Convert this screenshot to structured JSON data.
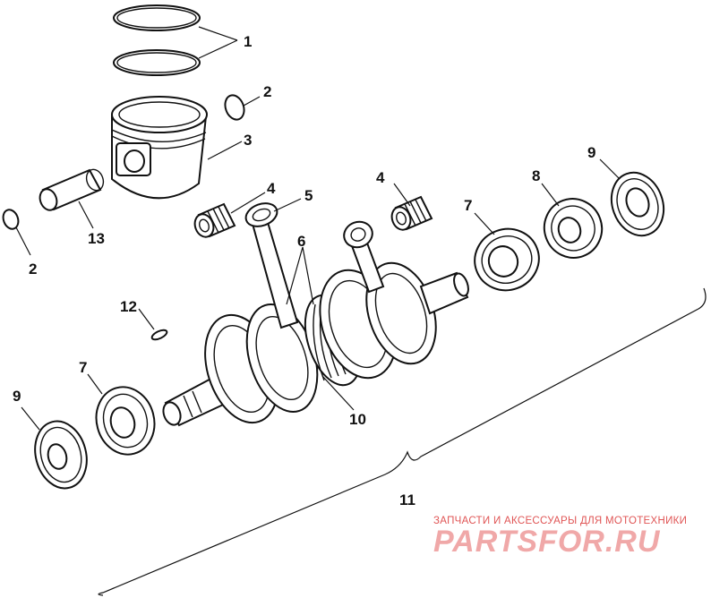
{
  "callouts": {
    "c1": "1",
    "c2_top": "2",
    "c3": "3",
    "c2_left": "2",
    "c13": "13",
    "c4_left": "4",
    "c5": "5",
    "c4_right": "4",
    "c6": "6",
    "c7_right": "7",
    "c8": "8",
    "c9_right": "9",
    "c12": "12",
    "c7_left": "7",
    "c9_left": "9",
    "c10": "10",
    "c11": "11"
  },
  "watermark": {
    "tagline": "ЗАПЧАСТИ И АКСЕССУАРЫ ДЛЯ МОТОТЕХНИКИ",
    "brand": "PARTSFOR.RU"
  },
  "colors": {
    "line": "#111111",
    "watermark_text": "#e05555",
    "watermark_logo": "#f0a8a8"
  }
}
